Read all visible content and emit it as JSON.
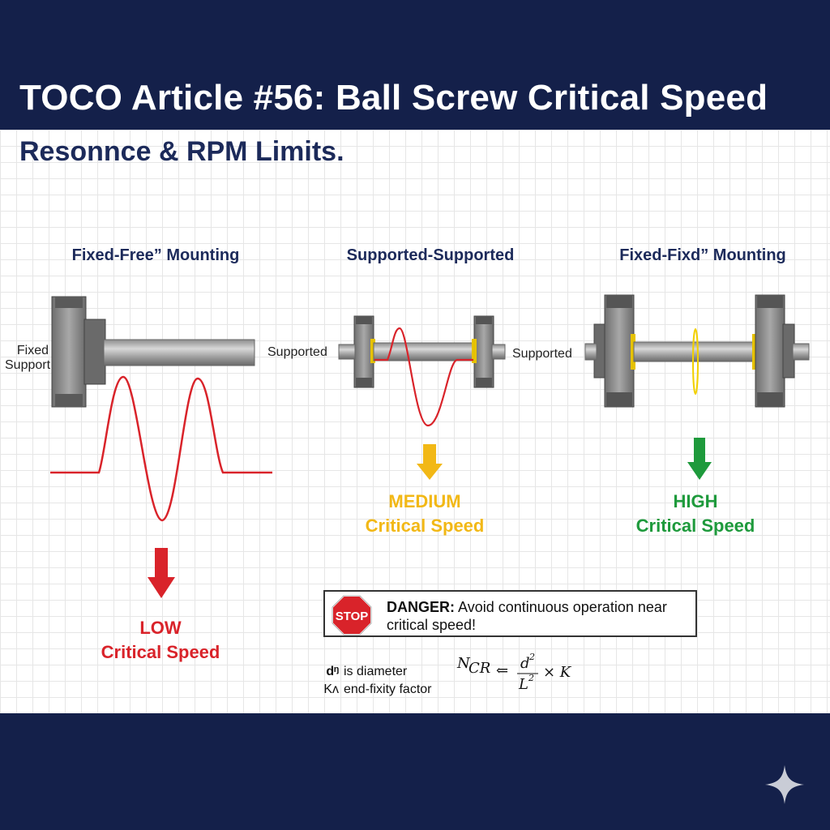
{
  "header": {
    "title": "TOCO Article #56: Ball Screw Critical Speed",
    "subtitle": "Resonnce & RPM Limits."
  },
  "panels": [
    {
      "title": "Fixed-Free” Mounting",
      "side_label_line1": "Fixed",
      "side_label_line2": "Support",
      "verdict_line1": "LOW",
      "verdict_line2": "Critical Speed",
      "color": "#d9232a"
    },
    {
      "title": "Supported-Supported",
      "side_label": "Supported",
      "verdict_line1": "MEDIUM",
      "verdict_line2": "Critical Speed",
      "color": "#f2b816"
    },
    {
      "title": "Fixed-Fixd” Mounting",
      "side_label": "Supported",
      "verdict_line1": "HIGH",
      "verdict_line2": "Critical Speed",
      "color": "#1e9a3c"
    }
  ],
  "warning": {
    "icon": "stop-sign-icon",
    "icon_text": "STOP",
    "label": "DANGER:",
    "text": "Avoid continuous operation near critical speed!"
  },
  "definitions": [
    {
      "symbol": "dᵑ",
      "text": "is diameter"
    },
    {
      "symbol": "Kʌ",
      "text": "end-fixity factor"
    }
  ],
  "formula": {
    "lhs": "N",
    "lhs_sub": "CR",
    "op": "⇐",
    "numerator": "d",
    "numerator_exp": "2",
    "denominator": "L",
    "denominator_exp": "2",
    "times": "× K"
  },
  "colors": {
    "navy": "#14204a",
    "title_text": "#1c2a5a",
    "wave_red": "#d9232a",
    "medium_yellow": "#f2b816",
    "high_green": "#1e9a3c"
  }
}
